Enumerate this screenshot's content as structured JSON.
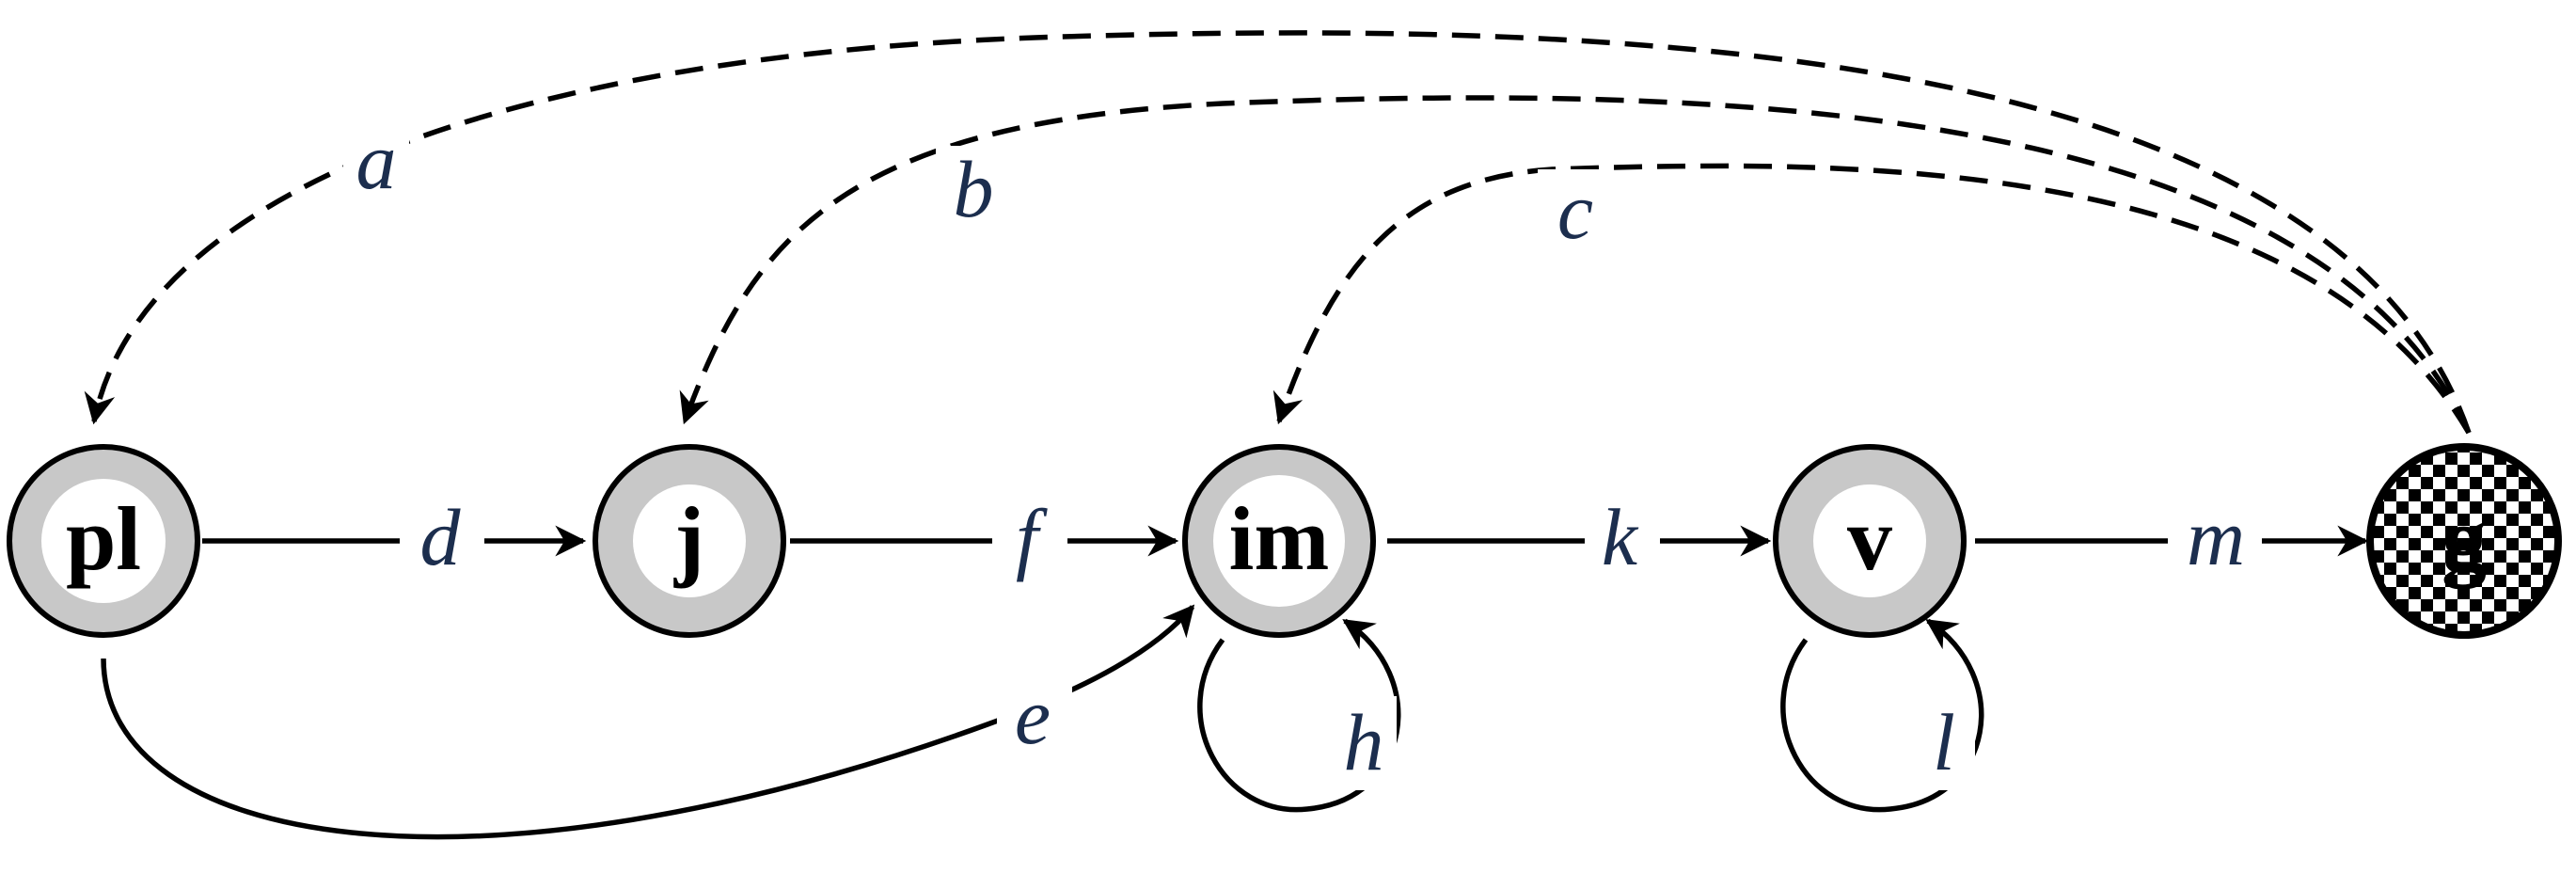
{
  "nodes": [
    {
      "id": "pl",
      "label": "pl",
      "style": "plain"
    },
    {
      "id": "j",
      "label": "j",
      "style": "plain"
    },
    {
      "id": "im",
      "label": "im",
      "style": "plain"
    },
    {
      "id": "v",
      "label": "v",
      "style": "plain"
    },
    {
      "id": "g",
      "label": "g",
      "style": "checkered"
    }
  ],
  "edges": [
    {
      "label": "a",
      "from": "g",
      "to": "pl",
      "style": "dashed"
    },
    {
      "label": "b",
      "from": "g",
      "to": "j",
      "style": "dashed"
    },
    {
      "label": "c",
      "from": "g",
      "to": "im",
      "style": "dashed"
    },
    {
      "label": "d",
      "from": "pl",
      "to": "j",
      "style": "solid"
    },
    {
      "label": "e",
      "from": "pl",
      "to": "im",
      "style": "solid"
    },
    {
      "label": "f",
      "from": "j",
      "to": "im",
      "style": "solid"
    },
    {
      "label": "h",
      "from": "im",
      "to": "im",
      "style": "solid"
    },
    {
      "label": "k",
      "from": "im",
      "to": "v",
      "style": "solid"
    },
    {
      "label": "l",
      "from": "v",
      "to": "v",
      "style": "solid"
    },
    {
      "label": "m",
      "from": "v",
      "to": "g",
      "style": "solid"
    }
  ],
  "colors": {
    "node_fill": "#c8c8c8",
    "label_color": "#1c2e4e",
    "stroke": "#000000"
  }
}
